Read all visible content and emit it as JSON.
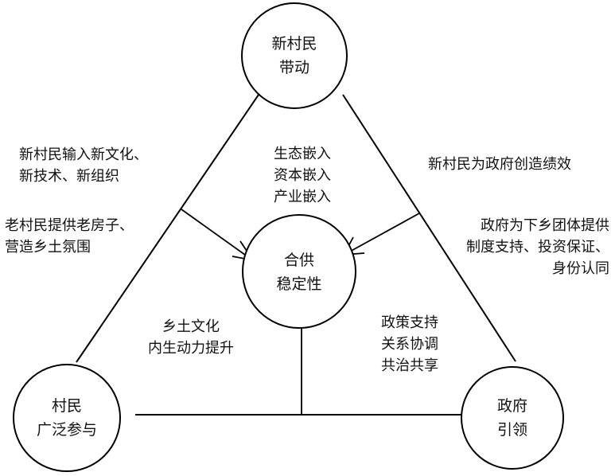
{
  "nodes": {
    "top": {
      "line1": "新村民",
      "line2": "带动"
    },
    "center": {
      "line1": "合供",
      "line2": "稳定性"
    },
    "bottom_left": {
      "line1": "村民",
      "line2": "广泛参与"
    },
    "bottom_right": {
      "line1": "政府",
      "line2": "引领"
    }
  },
  "labels": {
    "new_villagers_input": [
      "新村民输入新文化、",
      "新技术、新组织"
    ],
    "old_villagers": [
      "老村民提供老房子、",
      "营造乡土氛围"
    ],
    "embedding": [
      "生态嵌入",
      "资本嵌入",
      "产业嵌入"
    ],
    "performance": [
      "新村民为政府创造绩效"
    ],
    "government_support": [
      "政府为下乡团体提供",
      "制度支持、投资保证、",
      "身份认同"
    ],
    "rural_culture": [
      "乡土文化",
      "内生动力提升"
    ],
    "policy": [
      "政策支持",
      "关系协调",
      "共治共享"
    ]
  }
}
